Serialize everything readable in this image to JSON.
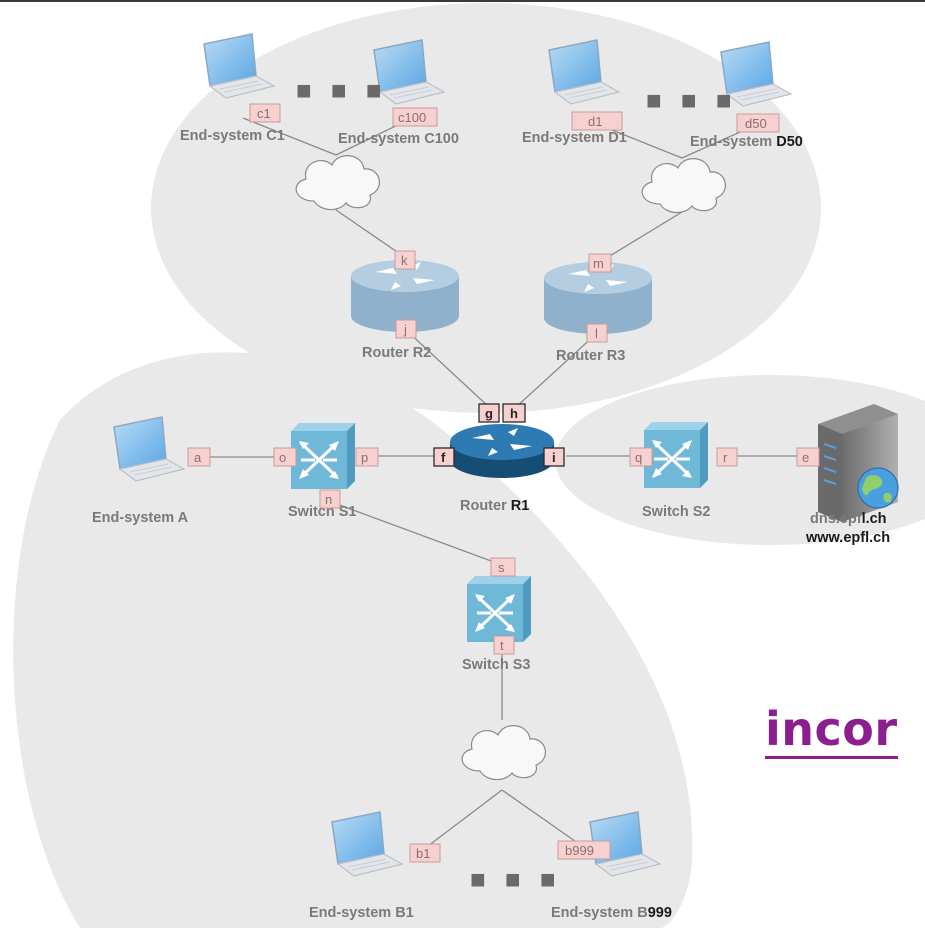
{
  "colors": {
    "zone": "#e9e9e9",
    "router_light": "#8fb1cc",
    "router_dark": "#1e5f8e",
    "switch": "#6fb8d8",
    "stamp": "#8b1f8f",
    "iface_fill": "#f7d0d0"
  },
  "icons": [
    "laptop-icon",
    "cloud-icon",
    "router-icon",
    "switch-icon",
    "server-icon",
    "globe-icon"
  ],
  "nodes": {
    "esC1": "End-system C1",
    "esC100": "End-system C100",
    "esD1": "End-system D1",
    "esD50": {
      "pre": "End-system ",
      "post": "D50"
    },
    "routerR2": "Router R2",
    "routerR3": "Router R3",
    "routerR1": {
      "pre": "Router ",
      "post": "R1"
    },
    "esA": "End-system A",
    "switchS1": "Switch S1",
    "switchS2": "Switch S2",
    "switchS3": "Switch S3",
    "dns": {
      "pre": "dns.epf",
      "post": "l.ch"
    },
    "www": "www.epfl.ch",
    "esB1": "End-system B1",
    "esB999": {
      "pre": "End-system B",
      "post": "999"
    }
  },
  "ellipsis": "■ ■ ■",
  "interfaces": {
    "c1": "c1",
    "c100": "c100",
    "d1": "d1",
    "d50": "d50",
    "k": "k",
    "m": "m",
    "j": "j",
    "l": "l",
    "g": "g",
    "h": "h",
    "f": "f",
    "i": "i",
    "a": "a",
    "o": "o",
    "p": "p",
    "n": "n",
    "q": "q",
    "r": "r",
    "e": "e",
    "s": "s",
    "t": "t",
    "b1": "b1",
    "b999": "b999"
  },
  "stamp": "incor"
}
